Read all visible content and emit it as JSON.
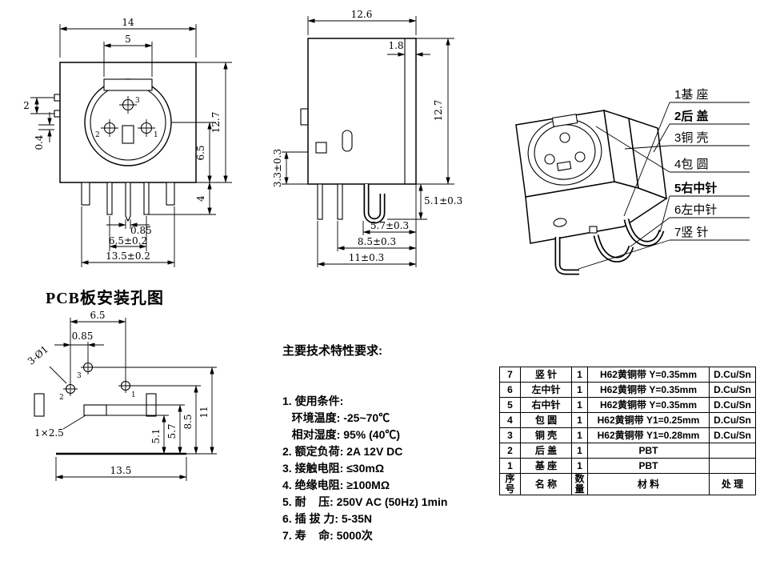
{
  "front": {
    "d_width": "14",
    "d_notch": "5",
    "d_tab_gap": "2",
    "d_tab": "0.4",
    "d_height": "12.7",
    "d_center_to_bottom": "6.5",
    "d_pin_len": "4",
    "d_pin_w": "0.85",
    "d_pin_span": "6.5±0.2",
    "d_bottom": "13.5±0.2",
    "pin1": "1",
    "pin2": "2",
    "pin3": "3"
  },
  "side": {
    "d_width": "12.6",
    "d_flange": "1.8",
    "d_height": "12.7",
    "d_standoff": "3.3±0.3",
    "d_pin_len": "5.1±0.3",
    "d_p1": "5.7±0.3",
    "d_p2": "8.5±0.3",
    "d_p3": "11±0.3"
  },
  "iso": {
    "labels": [
      "1基  座",
      "2后  盖",
      "3铜  壳",
      "4包  圆",
      "5右中针",
      "6左中针",
      "7竖  针"
    ]
  },
  "pcb": {
    "title": "PCB板安装孔图",
    "d_hole_span": "6.5",
    "d_offset": "0.85",
    "note_holes": "3-Ø1",
    "note_slot": "1×2.5",
    "d_r1": "5.1",
    "d_r2": "5.7",
    "d_r3": "8.5",
    "d_r4": "11",
    "d_bottom": "13.5",
    "h1": "1",
    "h2": "2",
    "h3": "3"
  },
  "specs": {
    "title": "主要技术特性要求:",
    "lines": [
      "1. 使用条件:",
      "   环境温度: -25~70℃",
      "   相对湿度: 95% (40℃)",
      "2. 额定负荷: 2A 12V DC",
      "3. 接触电阻: ≤30mΩ",
      "4. 绝缘电阻: ≥100MΩ",
      "5. 耐    压: 250V AC (50Hz) 1min",
      "6. 插 拔 力: 5-35N",
      "7. 寿    命: 5000次"
    ]
  },
  "bom": {
    "header": {
      "no": "序号",
      "name": "名  称",
      "qty": "数量",
      "material": "材    料",
      "finish": "处  理"
    },
    "rows": [
      {
        "no": "7",
        "name": "竖  针",
        "qty": "1",
        "material": "H62黄铜带 Y=0.35mm",
        "finish": "D.Cu/Sn"
      },
      {
        "no": "6",
        "name": "左中针",
        "qty": "1",
        "material": "H62黄铜带 Y=0.35mm",
        "finish": "D.Cu/Sn"
      },
      {
        "no": "5",
        "name": "右中针",
        "qty": "1",
        "material": "H62黄铜带 Y=0.35mm",
        "finish": "D.Cu/Sn"
      },
      {
        "no": "4",
        "name": "包  圆",
        "qty": "1",
        "material": "H62黄铜带 Y1=0.25mm",
        "finish": "D.Cu/Sn"
      },
      {
        "no": "3",
        "name": "铜  壳",
        "qty": "1",
        "material": "H62黄铜带 Y1=0.28mm",
        "finish": "D.Cu/Sn"
      },
      {
        "no": "2",
        "name": "后  盖",
        "qty": "1",
        "material": "PBT",
        "finish": ""
      },
      {
        "no": "1",
        "name": "基  座",
        "qty": "1",
        "material": "PBT",
        "finish": ""
      }
    ]
  }
}
